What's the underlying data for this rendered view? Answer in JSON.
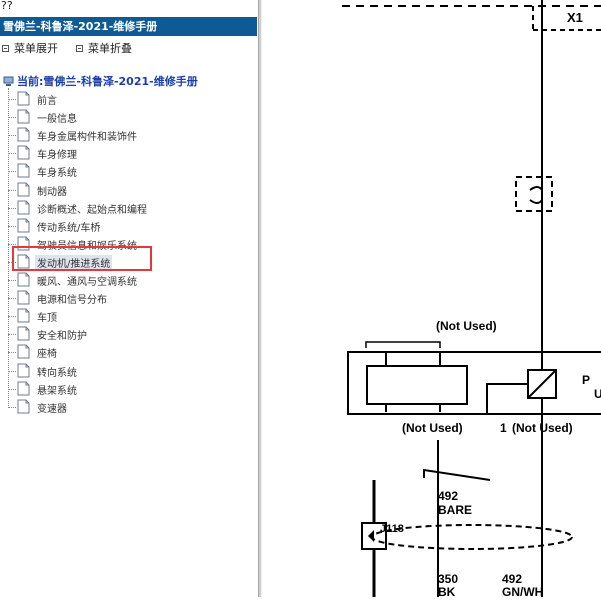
{
  "window": {
    "title_marks": "??"
  },
  "sidebar": {
    "title": "雪佛兰-科鲁泽-2021-维修手册",
    "expand_label": "菜单展开",
    "collapse_label": "菜单折叠",
    "root_label": "当前:雪佛兰-科鲁泽-2021-维修手册",
    "items": [
      {
        "label": "前言"
      },
      {
        "label": "一般信息"
      },
      {
        "label": "车身金属构件和装饰件"
      },
      {
        "label": "车身修理"
      },
      {
        "label": "车身系统"
      },
      {
        "label": "制动器"
      },
      {
        "label": "诊断概述、起始点和编程"
      },
      {
        "label": "传动系统/车桥"
      },
      {
        "label": "驾驶员信息和娱乐系统"
      },
      {
        "label": "发动机/推进系统",
        "selected": true
      },
      {
        "label": "暖风、通风与空调系统"
      },
      {
        "label": "电源和信号分布"
      },
      {
        "label": "车顶"
      },
      {
        "label": "安全和防护"
      },
      {
        "label": "座椅"
      },
      {
        "label": "转向系统"
      },
      {
        "label": "悬架系统"
      },
      {
        "label": "变速器"
      }
    ],
    "highlight_color": "#e13a3a"
  },
  "diagram": {
    "connector_label": "X1",
    "not_used_top": "(Not Used)",
    "not_used_left": "(Not Used)",
    "pin_label": "1",
    "not_used_right": "(Not Used)",
    "module_letter_p": "P",
    "module_letter_u": "U",
    "wire1_gauge": "492",
    "wire1_color": "BARE",
    "splice_label": "J118",
    "wire2_gauge": "350",
    "wire2_color": "BK",
    "wire3_gauge": "492",
    "wire3_color": "GN/WH"
  },
  "colors": {
    "title_bar": "#0e5a93",
    "link_blue": "#1b3fa8"
  }
}
